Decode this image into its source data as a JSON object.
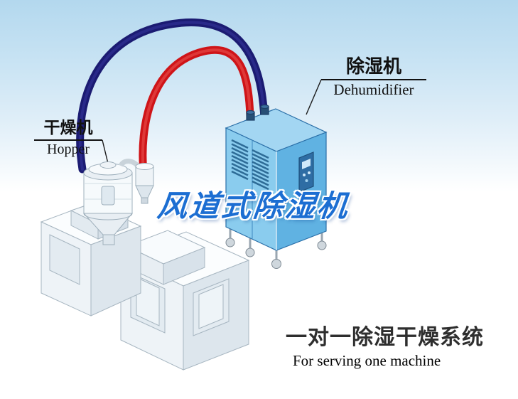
{
  "labels": {
    "hopper": {
      "zh": "干燥机",
      "en": "Hopper"
    },
    "dehumidifier": {
      "zh": "除湿机",
      "en": "Dehumidifier"
    }
  },
  "title": {
    "text": "风道式除湿机"
  },
  "caption": {
    "zh": "一对一除湿干燥系统",
    "en": "For serving one machine"
  },
  "colors": {
    "background_top": "#b3d8ee",
    "background_bottom": "#ffffff",
    "title_blue": "#1c6ed2",
    "pipe_red": "#cf1418",
    "pipe_navy": "#1b1b72",
    "cabinet_top": "#a3d6f2",
    "cabinet_front": "#8accee",
    "cabinet_side": "#60b2e2",
    "cabinet_outline": "#2a6fa8",
    "machine_white": "#f3f7fa",
    "label_text": "#111111",
    "caption_text": "#2e2e2e"
  },
  "illustration": {
    "machines": [
      "hopper-dryer-on-extruder",
      "dehumidifier-cabinet"
    ],
    "ducts": [
      "red-air-duct",
      "navy-air-duct"
    ]
  }
}
